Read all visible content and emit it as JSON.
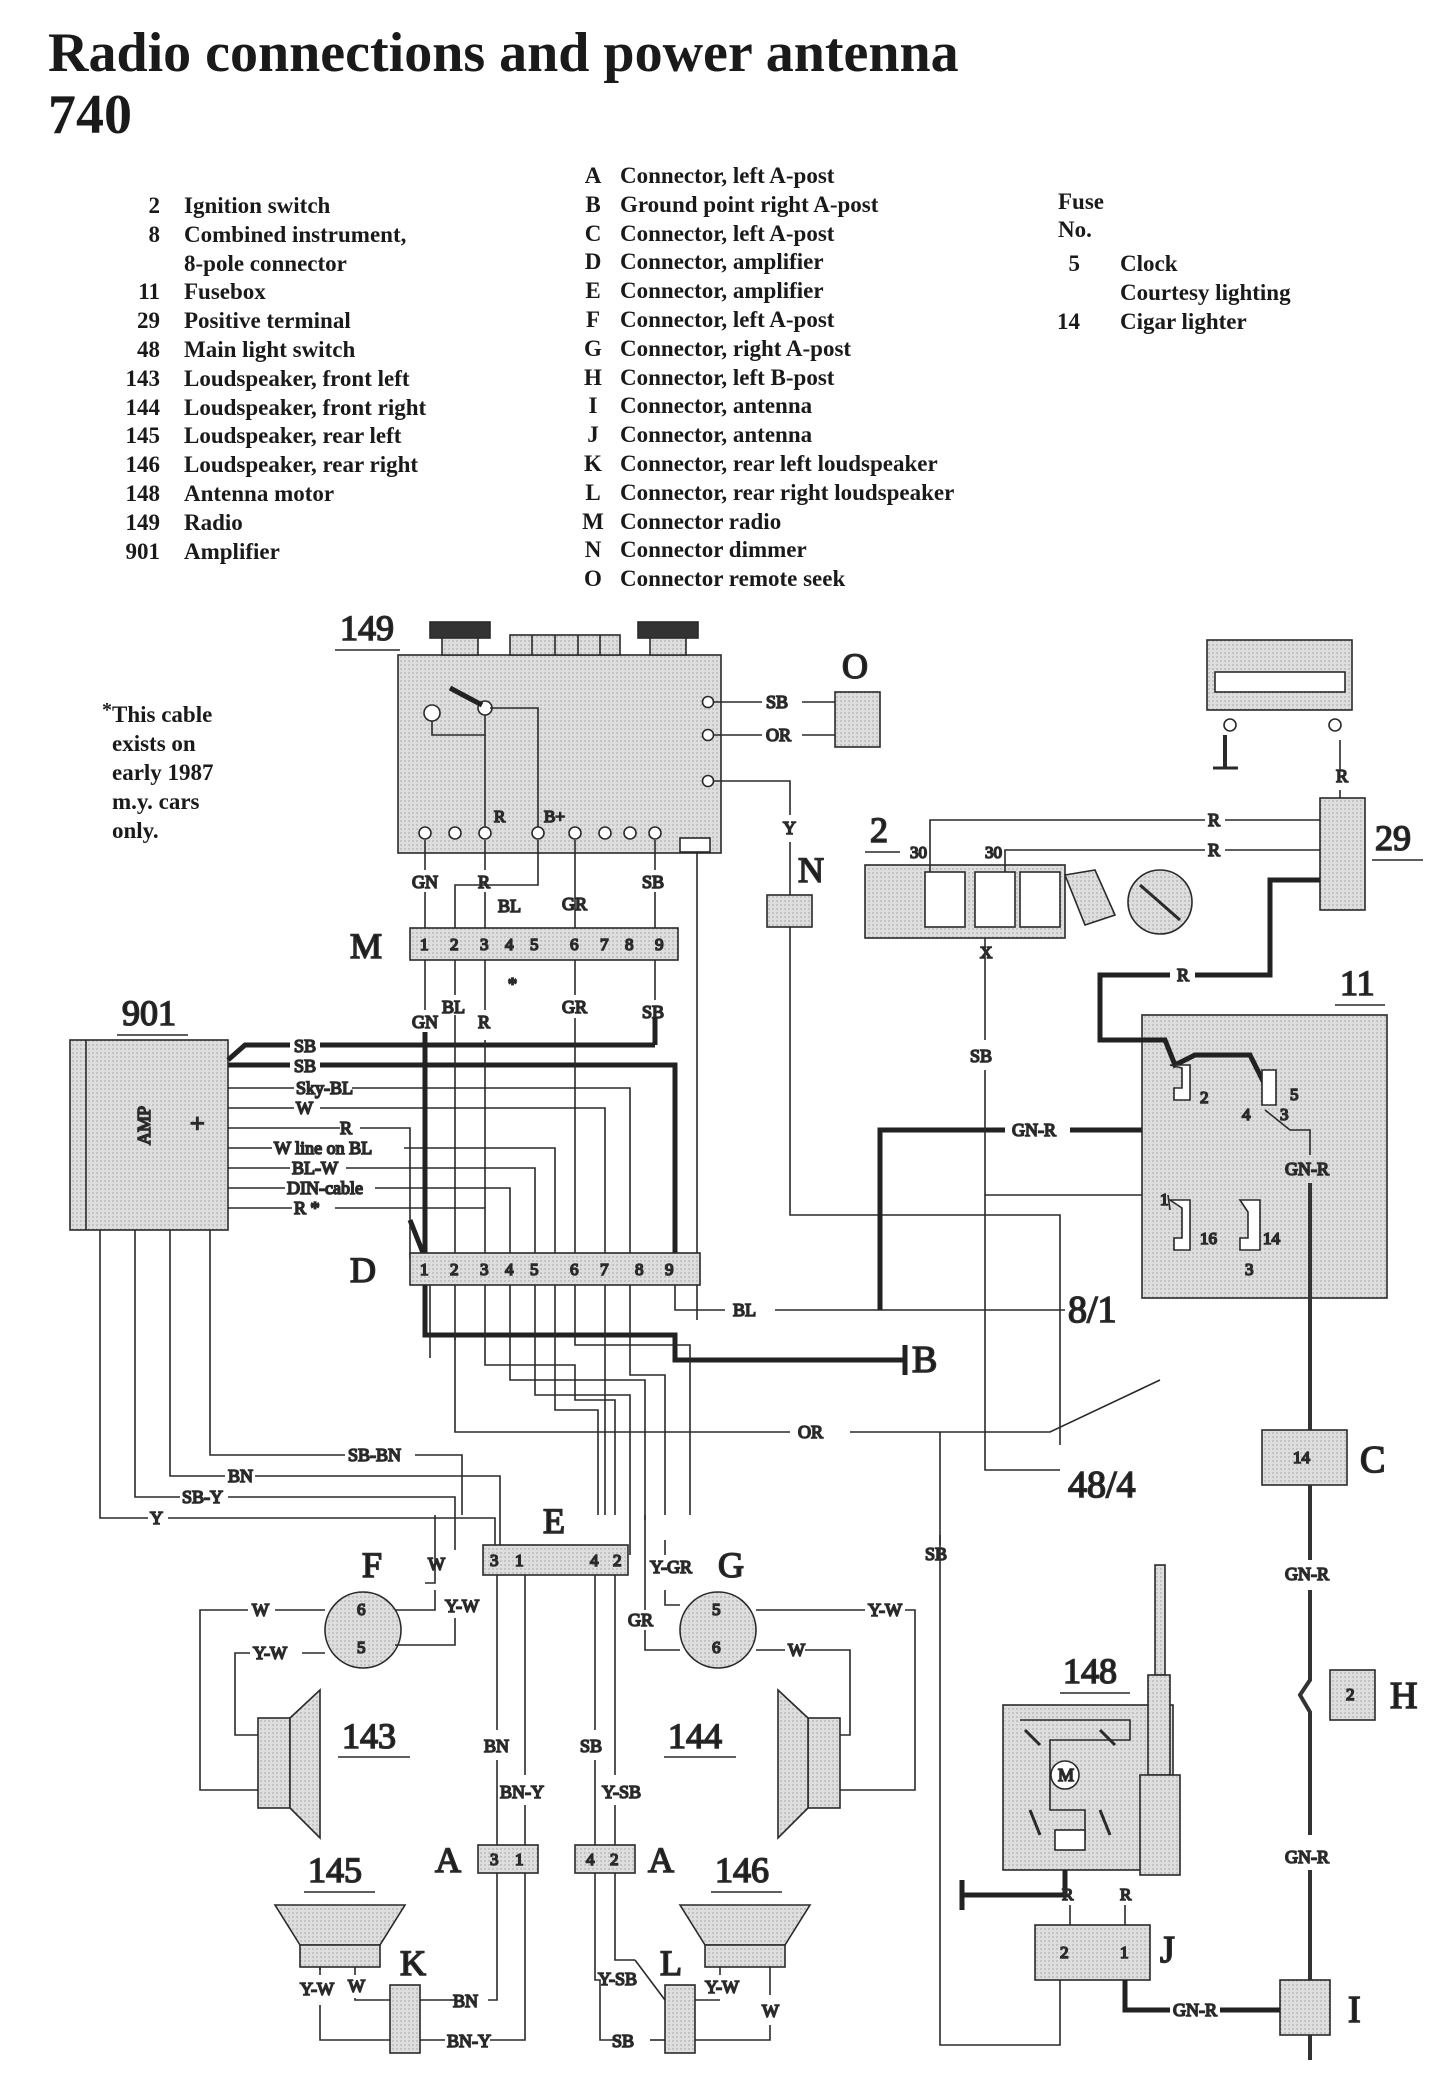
{
  "title": {
    "line1": "Radio connections and power antenna",
    "line2": "740"
  },
  "legend_numbers": [
    {
      "num": "2",
      "text": "Ignition switch"
    },
    {
      "num": "8",
      "text": "Combined instrument,"
    },
    {
      "num": "",
      "text": "8-pole connector"
    },
    {
      "num": "11",
      "text": "Fusebox"
    },
    {
      "num": "29",
      "text": "Positive terminal"
    },
    {
      "num": "48",
      "text": "Main light switch"
    },
    {
      "num": "143",
      "text": "Loudspeaker, front left"
    },
    {
      "num": "144",
      "text": "Loudspeaker, front right"
    },
    {
      "num": "145",
      "text": "Loudspeaker, rear left"
    },
    {
      "num": "146",
      "text": "Loudspeaker, rear right"
    },
    {
      "num": "148",
      "text": "Antenna motor"
    },
    {
      "num": "149",
      "text": "Radio"
    },
    {
      "num": "901",
      "text": "Amplifier"
    }
  ],
  "legend_letters": [
    {
      "letter": "A",
      "text": "Connector, left A-post"
    },
    {
      "letter": "B",
      "text": "Ground point right A-post"
    },
    {
      "letter": "C",
      "text": "Connector, left A-post"
    },
    {
      "letter": "D",
      "text": "Connector, amplifier"
    },
    {
      "letter": "E",
      "text": "Connector, amplifier"
    },
    {
      "letter": "F",
      "text": "Connector, left A-post"
    },
    {
      "letter": "G",
      "text": "Connector, right A-post"
    },
    {
      "letter": "H",
      "text": "Connector, left B-post"
    },
    {
      "letter": "I",
      "text": "Connector, antenna"
    },
    {
      "letter": "J",
      "text": "Connector, antenna"
    },
    {
      "letter": "K",
      "text": "Connector, rear left loudspeaker"
    },
    {
      "letter": "L",
      "text": "Connector, rear right loudspeaker"
    },
    {
      "letter": "M",
      "text": "Connector radio"
    },
    {
      "letter": "N",
      "text": "Connector dimmer"
    },
    {
      "letter": "O",
      "text": "Connector remote seek"
    }
  ],
  "fuse_legend": {
    "head1": "Fuse",
    "head2": "No.",
    "items": [
      {
        "num": "5",
        "text": "Clock"
      },
      {
        "num": "",
        "text": "Courtesy lighting"
      },
      {
        "num": "14",
        "text": "Cigar lighter"
      }
    ]
  },
  "note": {
    "star": "*",
    "lines": [
      "This cable",
      "exists on",
      "early 1987",
      "m.y. cars",
      "only."
    ]
  },
  "components": {
    "radio": "149",
    "amp": "901",
    "amp_text": "AMP",
    "amp_plus": "+",
    "ign": "2",
    "pos": "29",
    "fusebox": "11",
    "antenna_motor": "148",
    "spk_fl": "143",
    "spk_fr": "144",
    "spk_rl": "145",
    "spk_rr": "146",
    "motor": "M"
  },
  "connectors": {
    "M": "M",
    "D": "D",
    "O": "O",
    "N": "N",
    "B": "B",
    "C": "C",
    "E": "E",
    "F": "F",
    "G": "G",
    "H": "H",
    "I": "I",
    "J": "J",
    "K": "K",
    "L": "L",
    "A_left": "A",
    "A_right": "A"
  },
  "refs": {
    "r81": "8/1",
    "r484": "48/4"
  },
  "pins": {
    "M": [
      "1",
      "2",
      "3",
      "4",
      "5",
      "6",
      "7",
      "8",
      "9"
    ],
    "D": [
      "1",
      "2",
      "3",
      "4",
      "5",
      "6",
      "7",
      "8",
      "9"
    ],
    "E": [
      "3",
      "1",
      "4",
      "2"
    ],
    "A_left": [
      "3",
      "1"
    ],
    "A_right": [
      "4",
      "2"
    ],
    "F": [
      "6",
      "5"
    ],
    "G": [
      "5",
      "6"
    ],
    "J": [
      "2",
      "1"
    ],
    "C": "14",
    "H": "2",
    "fusebox": [
      "2",
      "4",
      "5",
      "3",
      "1",
      "16",
      "14",
      "3"
    ],
    "ign_30a": "30",
    "ign_30b": "30",
    "ign_x": "X",
    "radio_r": "R",
    "radio_b": "B+",
    "ant_r1": "R",
    "ant_r2": "R",
    "star_m": "*",
    "star_r": "R *"
  },
  "wire_labels": {
    "SB": "SB",
    "OR": "OR",
    "Y": "Y",
    "GN": "GN",
    "R": "R",
    "BL": "BL",
    "GR": "GR",
    "SkyBL": "Sky-BL",
    "W": "W",
    "WlineBL": "W line on BL",
    "BLW": "BL-W",
    "DIN": "DIN-cable",
    "GNR": "GN-R",
    "SBBN": "SB-BN",
    "BN": "BN",
    "SBY": "SB-Y",
    "YW": "Y-W",
    "YGR": "Y-GR",
    "BNY": "BN-Y",
    "YSB": "Y-SB"
  }
}
